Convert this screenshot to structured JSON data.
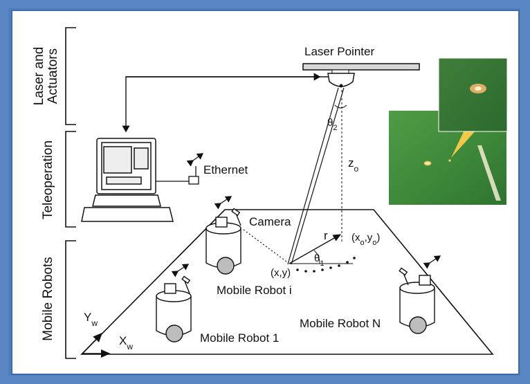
{
  "sections": {
    "laser": "Laser and Actuators",
    "laser_line1": "Laser and",
    "laser_line2": "Actuators",
    "teleop": "Teleoperation",
    "mobile": "Mobile Robots"
  },
  "labels": {
    "laser_pointer": "Laser Pointer",
    "ethernet": "Ethernet",
    "camera": "Camera",
    "robot_i": "Mobile Robot i",
    "robot_1": "Mobile Robot 1",
    "robot_n": "Mobile Robot N",
    "theta2": "θ",
    "theta2_sub": "2",
    "theta1": "θ",
    "theta1_sub": "1",
    "zo": "z",
    "zo_sub": "o",
    "r": "r",
    "xy": "(x,y)",
    "xoyo": "(x",
    "xoyo_sub1": "o",
    "xoyo_mid": ",y",
    "xoyo_sub2": "o",
    "xoyo_end": ")",
    "yw": "Y",
    "yw_sub": "w",
    "xw": "X",
    "xw_sub": "w"
  },
  "colors": {
    "frame": "#5a86c4",
    "photo_green": "#3f8a3a",
    "laser_spot": "#f2c84a"
  }
}
